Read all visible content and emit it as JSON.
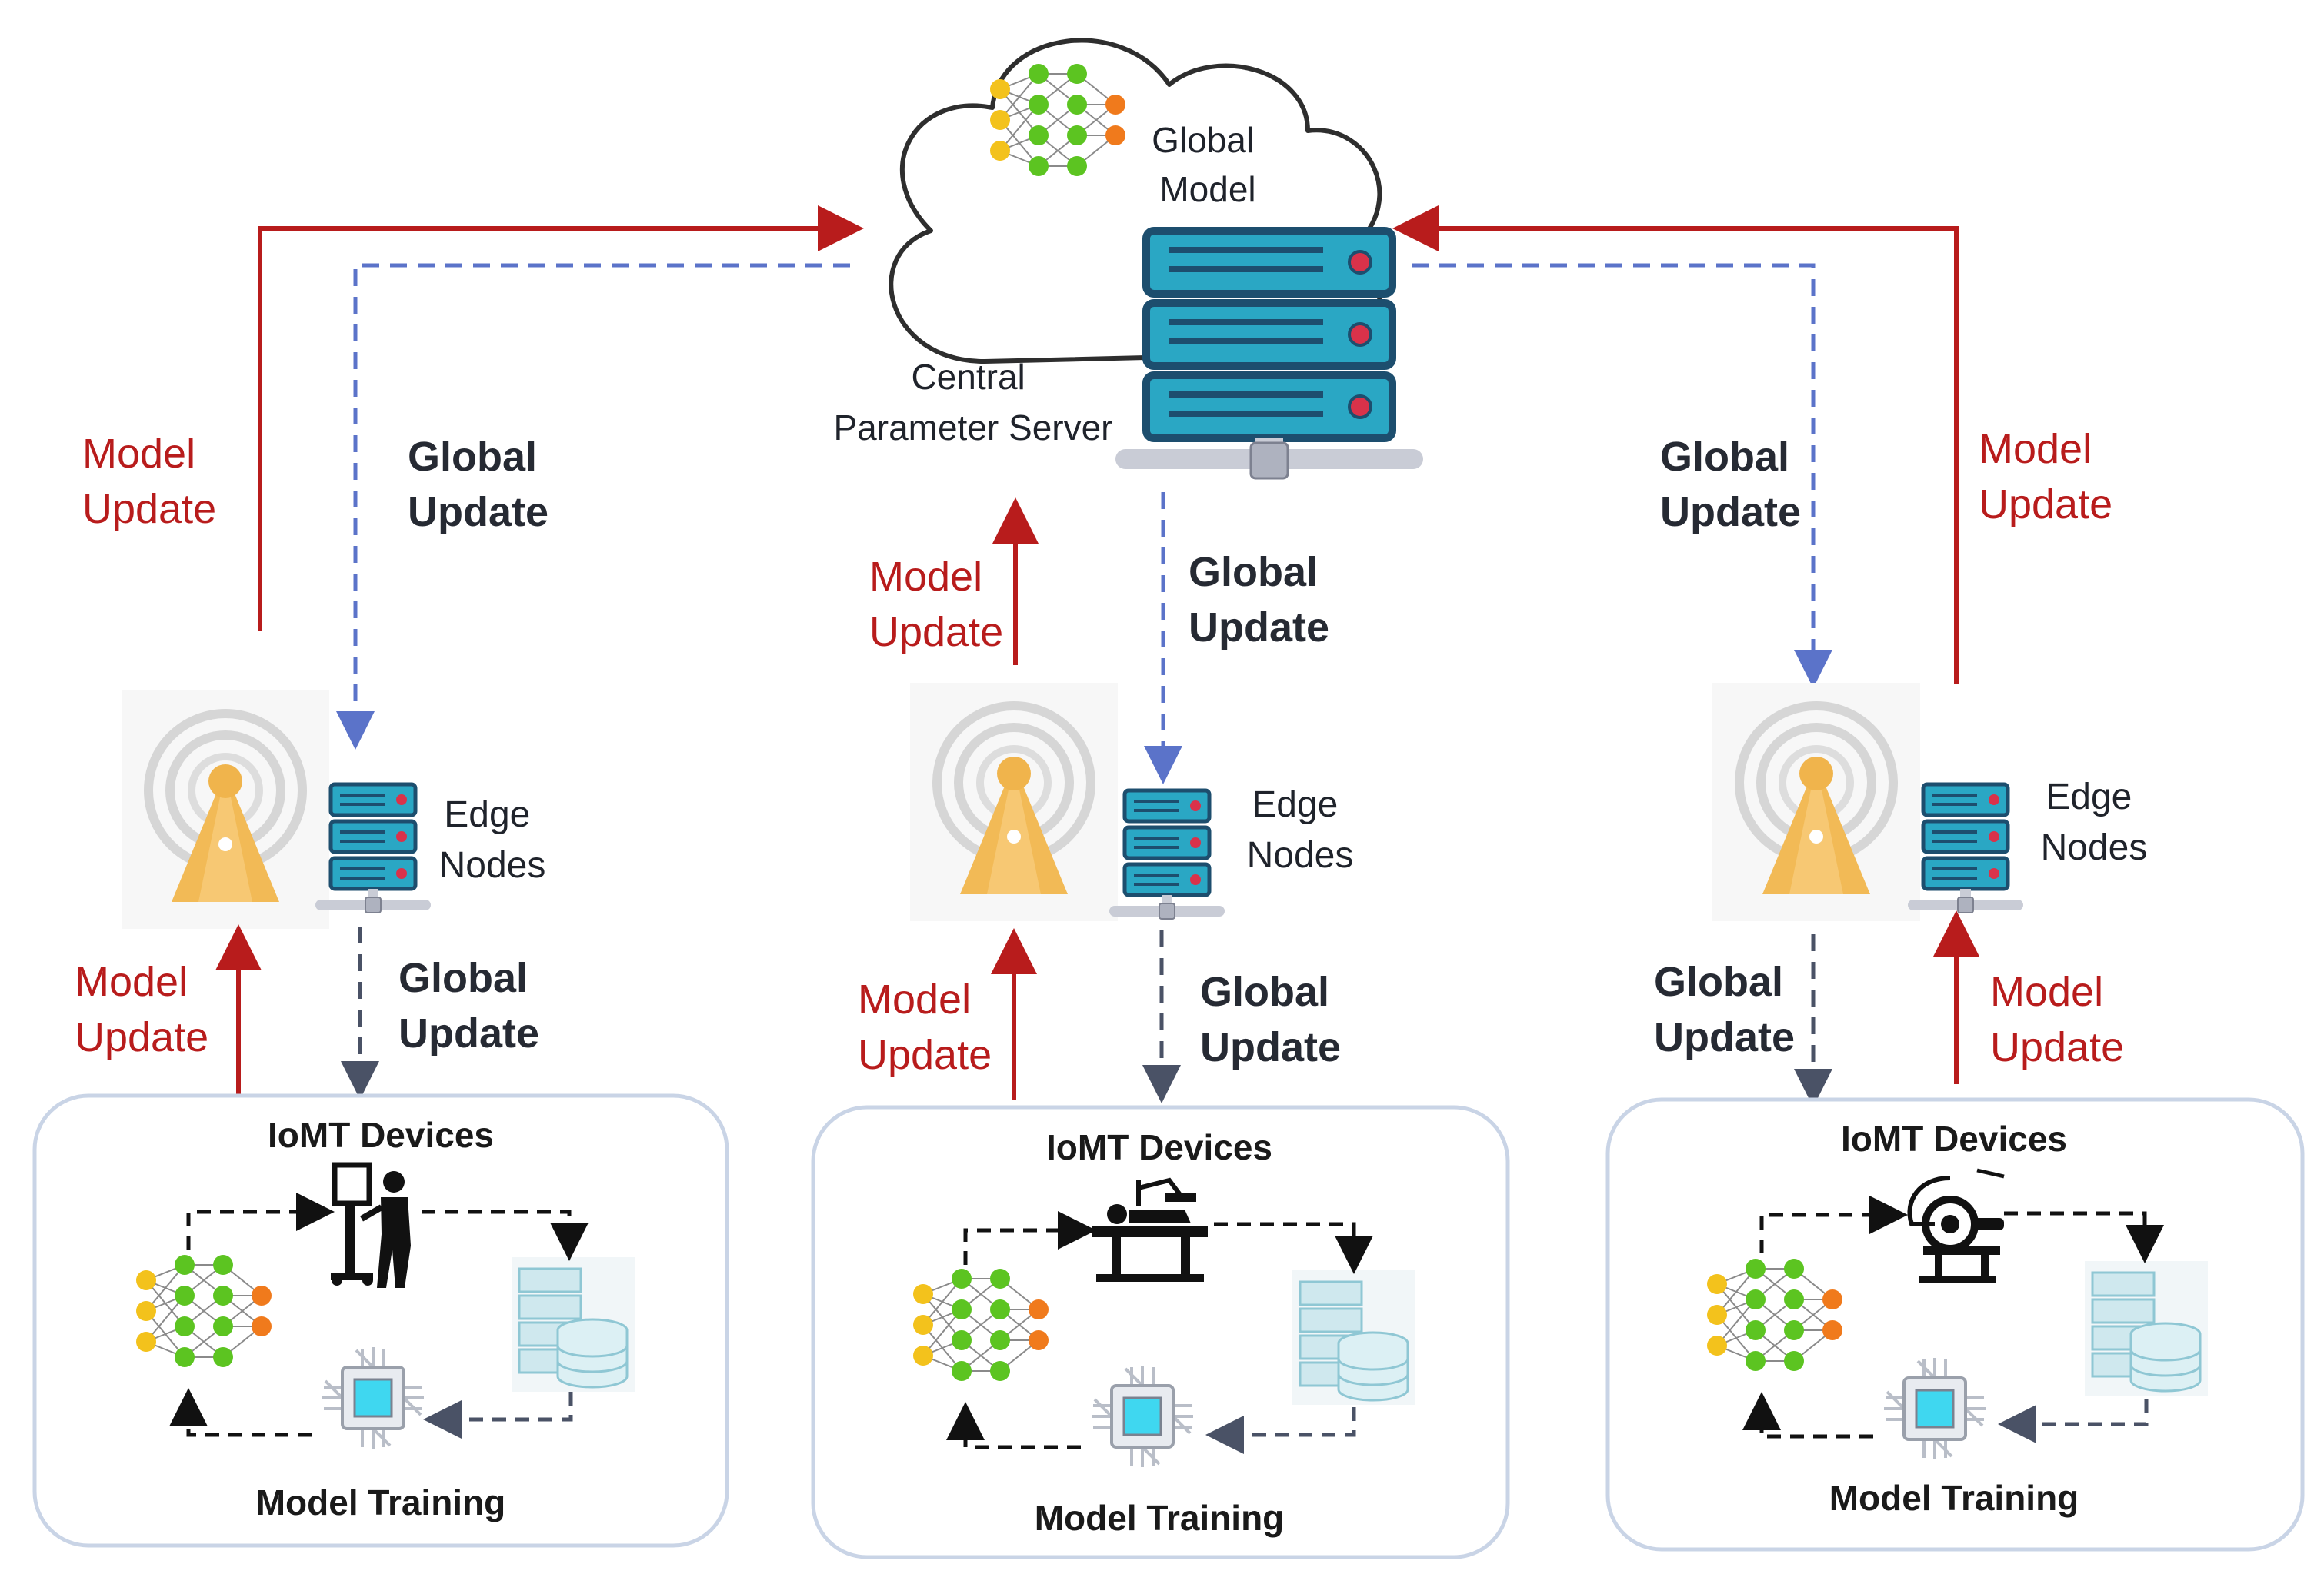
{
  "cloud": {
    "global_model": [
      "Global",
      "Model"
    ],
    "server": [
      "Central",
      "Parameter Server"
    ]
  },
  "labels": {
    "model_update": [
      "Model",
      "Update"
    ],
    "global_update": [
      "Global",
      "Update"
    ],
    "edge_nodes": [
      "Edge",
      "Nodes"
    ]
  },
  "clusters": [
    {
      "title": "IoMT Devices",
      "footer": "Model Training",
      "device_icon": "medical-workstation-icon"
    },
    {
      "title": "IoMT Devices",
      "footer": "Model Training",
      "device_icon": "patient-bed-icon"
    },
    {
      "title": "IoMT Devices",
      "footer": "Model Training",
      "device_icon": "medical-scanner-icon"
    }
  ],
  "colors": {
    "model_update": "#b81c1c",
    "global_update_top": "#5b73c9",
    "global_update_bottom": "#4a5266",
    "server_teal": "#2aa7c4",
    "server_dark": "#1d4e6e",
    "tower": "#f0b44c",
    "box_border": "#c9d4e6"
  }
}
